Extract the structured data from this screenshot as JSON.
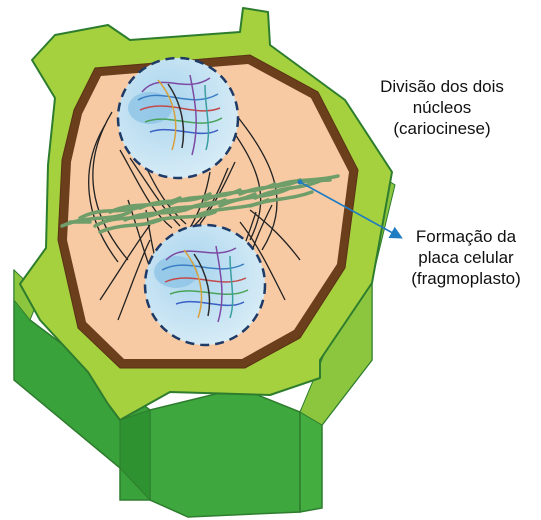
{
  "labels": {
    "nuclei_division": [
      "Divisão dos dois",
      "núcleos",
      "(cariocinese)"
    ],
    "cell_plate": [
      "Formação da",
      "placa celular",
      "(fragmoplasto)"
    ]
  },
  "colors": {
    "cell_wall_light": "#a5d13e",
    "cell_wall_dark": "#3aa23a",
    "cell_wall_outline": "#2e7d2e",
    "membrane": "#6b3e1c",
    "cytoplasm": "#f7caa4",
    "nucleus_fill": "#cfe6f3",
    "nucleus_border": "#1e3a66",
    "phragmoplast": "#6f9e6a",
    "spindle": "#222222",
    "leader_line": "#1f7bc2"
  }
}
